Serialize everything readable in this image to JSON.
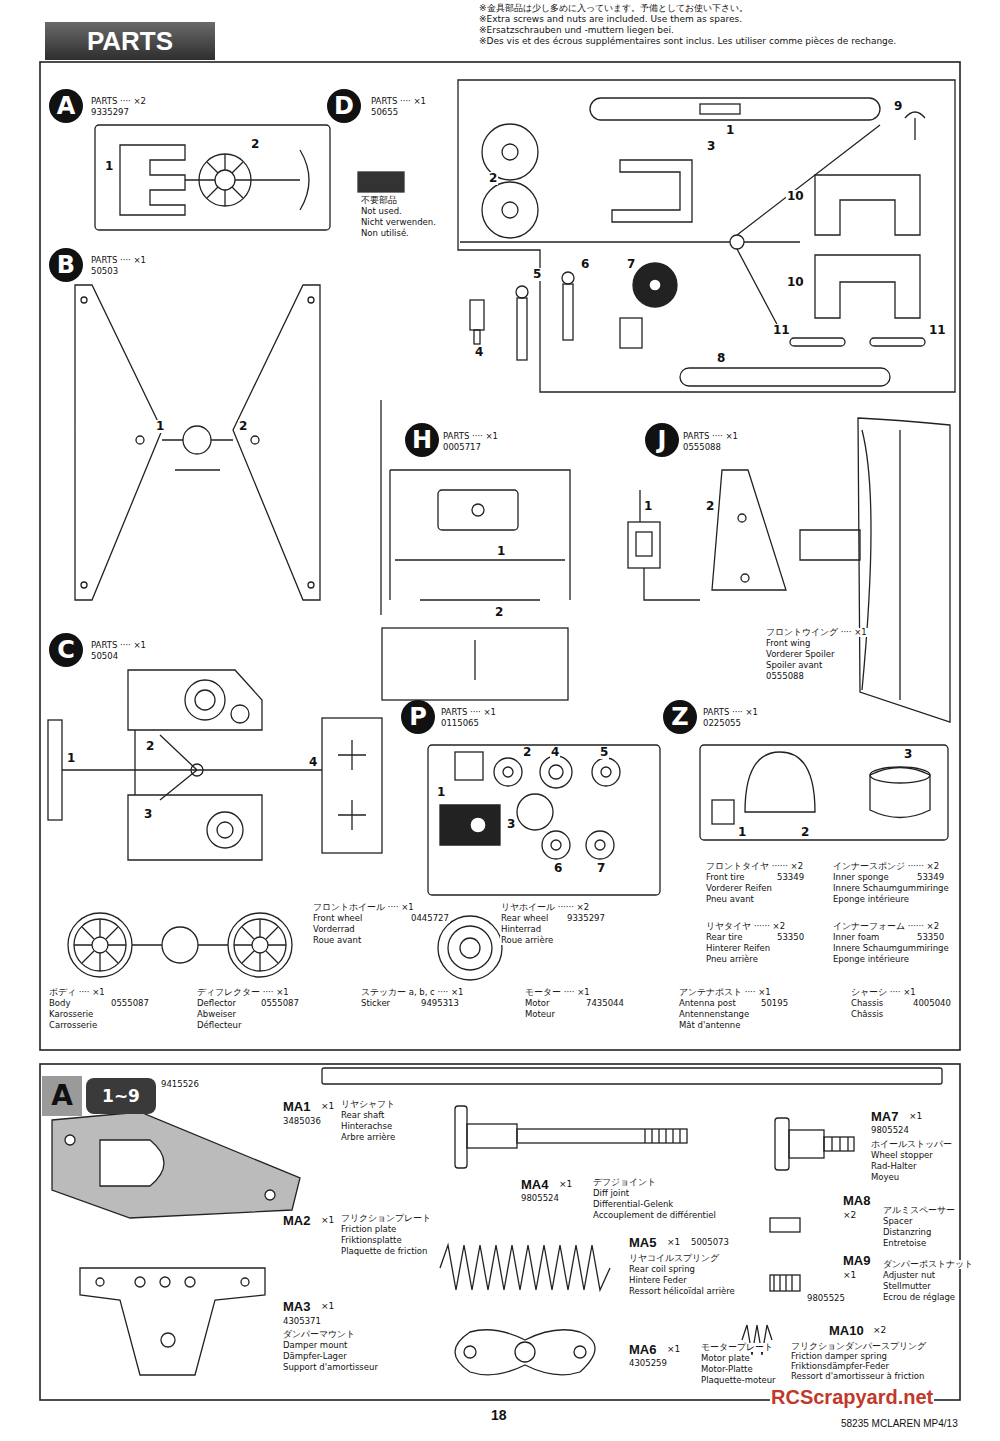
{
  "diagram": {
    "nodes": [
      {
        "text": [
          "PARTS"
        ]
      },
      {
        "text": [
          "A"
        ]
      },
      {
        "text": [
          "D"
        ]
      },
      {
        "text": [
          "B"
        ]
      },
      {
        "text": [
          "H"
        ]
      },
      {
        "text": [
          "J"
        ]
      },
      {
        "text": [
          "C"
        ]
      },
      {
        "text": [
          "P"
        ]
      },
      {
        "text": [
          "Z"
        ]
      },
      {
        "text": [
          "A"
        ]
      },
      {
        "text": [
          "1~9"
        ]
      }
    ],
    "labels": [
      "※金具部品は少し多めに入っています。予備としてお使い下さい。",
      "※Extra screws and nuts are included. Use them as spares.",
      "※Ersatzschrauben und -muttern liegen bei.",
      "※Des vis et des écrous supplémentaires sont inclus. Les utiliser comme pièces de rechange.",
      "PARTS ···· ×2",
      "9335297",
      "1",
      "2",
      "PARTS ···· ×1",
      "50655",
      "不要部品",
      "Not used.",
      "Nicht verwenden.",
      "Non utilisé.",
      "1",
      "2",
      "3",
      "4",
      "5",
      "6",
      "7",
      "8",
      "9",
      "10",
      "10",
      "11",
      "11",
      "PARTS ···· ×1",
      "50503",
      "1",
      "2",
      "PARTS ···· ×1",
      "0005717",
      "1",
      "2",
      "PARTS ···· ×1",
      "0555088",
      "1",
      "2",
      "フロントウイング ···· ×1",
      "Front wing",
      "Vorderer Spoiler",
      "Spoiler avant",
      "0555088",
      "PARTS ···· ×1",
      "50504",
      "1",
      "2",
      "3",
      "4",
      "PARTS ···· ×1",
      "0115065",
      "1",
      "2",
      "3",
      "4",
      "5",
      "6",
      "7",
      "PARTS ···· ×1",
      "0225055",
      "1",
      "2",
      "3",
      "フロントホイール ···· ×1",
      "Front wheel",
      "0445727",
      "Vorderrad",
      "Roue avant",
      "リヤホイール ······ ×2",
      "Rear wheel",
      "9335297",
      "Hinterrad",
      "Roue arrière",
      "フロントタイヤ ······ ×2",
      "Front tire",
      "53349",
      "Vorderer Reifen",
      "Pneu avant",
      "インナースポンジ ······ ×2",
      "Inner sponge",
      "53349",
      "Innere Schaumgummiringe",
      "Eponge intérieure",
      "リヤタイヤ ······ ×2",
      "Rear tire",
      "53350",
      "Hinterer Reifen",
      "Pneu arrière",
      "インナーフォーム ······ ×2",
      "Inner foam",
      "53350",
      "Innere Schaumgummiringe",
      "Eponge intérieure",
      "ボディ ···· ×1",
      "Body",
      "0555087",
      "Karosserie",
      "Carrosserie",
      "ディフレクター ···· ×1",
      "Deflector",
      "0555087",
      "Abweiser",
      "Déflecteur",
      "ステッカー a, b, c ···· ×1",
      "Sticker",
      "9495313",
      "モーター ···· ×1",
      "Motor",
      "7435044",
      "Moteur",
      "アンテナポスト ···· ×1",
      "Antenna post",
      "50195",
      "Antennenstange",
      "Mât d'antenne",
      "シャーシ ···· ×1",
      "Chassis",
      "4005040",
      "Châssis",
      "9415526",
      "MA1",
      "×1",
      "3485036",
      "リヤシャフト",
      "Rear shaft",
      "Hinterachse",
      "Arbre arrière",
      "MA2",
      "×1",
      "フリクションプレート",
      "Friction plate",
      "Friktionsplatte",
      "Plaquette de friction",
      "MA3",
      "×1",
      "4305371",
      "ダンパーマウント",
      "Damper mount",
      "Dämpfer-Lager",
      "Support d'amortisseur",
      "MA4",
      "×1",
      "9805524",
      "デフジョイント",
      "Diff joint",
      "Differential-Gelenk",
      "Accouplement de différentiel",
      "MA5",
      "×1",
      "5005073",
      "リヤコイルスプリング",
      "Rear coil spring",
      "Hintere Feder",
      "Ressort hélicoïdal arrière",
      "MA6",
      "×1",
      "4305259",
      "モータープレート",
      "Motor plate",
      "Motor-Platte",
      "Plaquette-moteur",
      "MA7",
      "×1",
      "9805524",
      "ホイールストッパー",
      "Wheel stopper",
      "Rad-Halter",
      "Moyeu",
      "MA8",
      "×2",
      "アルミスペーサー",
      "Spacer",
      "Distanzring",
      "Entretoise",
      "MA9",
      "×1",
      "9805525",
      "ダンパーポストナット",
      "Adjuster nut",
      "Stellmutter",
      "Ecrou de réglage",
      "MA10",
      "×2",
      "フリクションダンパースプリング",
      "Friction damper spring",
      "Friktionsdämpfer-Feder",
      "Ressort d'amortisseur à friction",
      "18",
      "58235 MCLAREN MP4/13",
      "RCScrapyard.net"
    ]
  }
}
